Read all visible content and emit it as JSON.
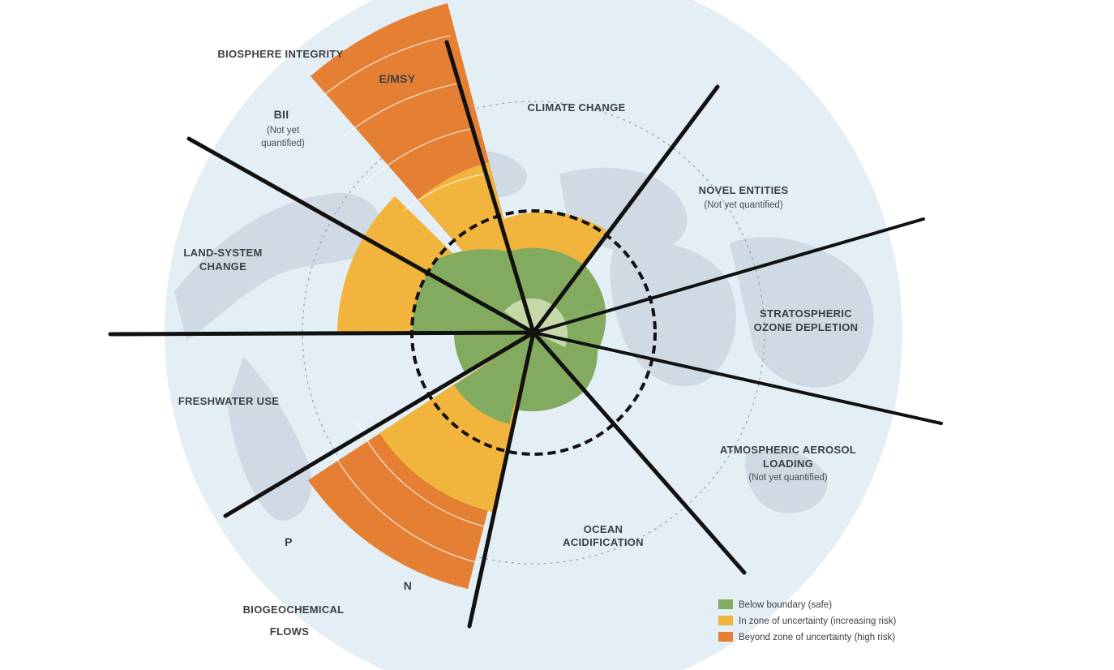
{
  "colors": {
    "safe": "#82ab5f",
    "safe_light": "#c5d9a8",
    "uncertainty": "#f1b43c",
    "high_risk": "#e57f33",
    "globe": "#e4eef5",
    "land": "#cdd9e3"
  },
  "labels": {
    "biosphere_integrity": "BIOSPHERE INTEGRITY",
    "emsy": "E/MSY",
    "bii": "BII",
    "bii_note_1": "(Not yet",
    "bii_note_2": "quantified)",
    "climate_change": "CLIMATE CHANGE",
    "novel_entities": "NOVEL ENTITIES",
    "novel_entities_note": "(Not yet quantified)",
    "land_system_1": "LAND-SYSTEM",
    "land_system_2": "CHANGE",
    "stratospheric_1": "STRATOSPHERIC",
    "stratospheric_2": "OZONE DEPLETION",
    "freshwater_use": "FRESHWATER USE",
    "aerosol_1": "ATMOSPHERIC AEROSOL",
    "aerosol_2": "LOADING",
    "aerosol_note": "(Not yet quantified)",
    "ocean_1": "OCEAN",
    "ocean_2": "ACIDIFICATION",
    "p": "P",
    "n": "N",
    "biogeochemical_1": "BIOGEOCHEMICAL",
    "biogeochemical_2": "FLOWS"
  },
  "legend": [
    {
      "label": "Below boundary (safe)",
      "color": "#82ab5f"
    },
    {
      "label": "In zone of uncertainty (increasing risk)",
      "color": "#f1b43c"
    },
    {
      "label": "Beyond zone of uncertainty (high risk)",
      "color": "#e57f33"
    }
  ]
}
